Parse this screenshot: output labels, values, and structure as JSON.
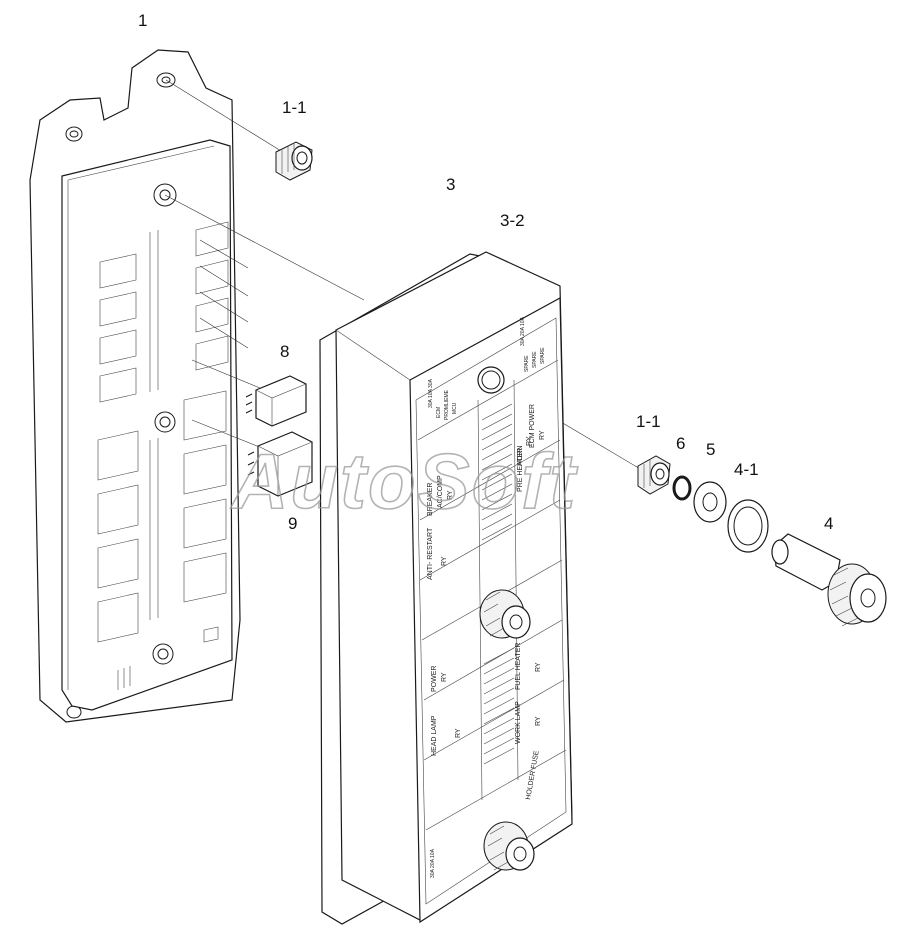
{
  "callouts": {
    "p1": "1",
    "p1_1a": "1-1",
    "p3": "3",
    "p3_2": "3-2",
    "p8": "8",
    "p9": "9",
    "p1_1b": "1-1",
    "p6": "6",
    "p5": "5",
    "p4_1": "4-1",
    "p4": "4"
  },
  "watermark": "AutoSoft",
  "fuse_box_labels": {
    "top_ratings": "30A 20A 10A",
    "spare_1": "SPARE",
    "spare_2": "SPARE",
    "spare_3": "SPARE",
    "col_ratings": "30A 10A 30A",
    "ecm": "ECM",
    "ecm_sub": "PROMLIEME",
    "mcu": "MCU",
    "breaker": "BREAKER",
    "ac_comp": "AC/COMP",
    "ry_1": "RY",
    "anti_restart": "ANTI- RESTART",
    "ry_2": "RY",
    "horn": "HORN",
    "horn_ry": "RY",
    "pre_heater": "PRE HEATER",
    "ecm_power": "ECM POWER",
    "ecm_ry": "RY",
    "power": "POWER",
    "power_ry": "RY",
    "fuel_heater": "FUEL HEATER",
    "fuel_ry": "RY",
    "head_lamp": "HEAD LAMP",
    "head_ry": "RY",
    "work_lamp": "WORK LAMP",
    "work_ry": "RY",
    "holder_fuse": "HOLDER FUSE",
    "bottom_ratings": "30A 20A 10A"
  }
}
